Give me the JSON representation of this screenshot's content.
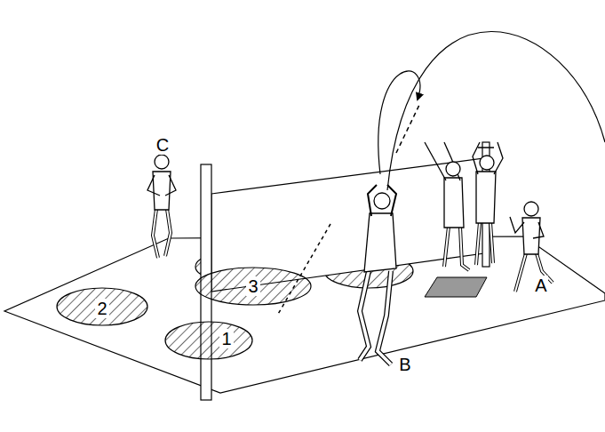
{
  "diagram": {
    "nodes": [
      {
        "text": [
          "2"
        ]
      },
      {
        "text": [
          "3"
        ]
      },
      {
        "text": [
          "1"
        ]
      }
    ],
    "labels": [
      "C",
      "B",
      "A"
    ]
  }
}
